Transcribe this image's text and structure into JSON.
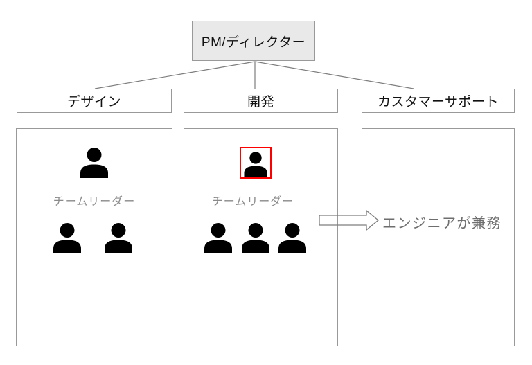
{
  "root": {
    "title": "PM/ディレクター"
  },
  "departments": [
    {
      "id": "design",
      "label": "デザイン",
      "leader_label": "チームリーダー",
      "member_count": 2,
      "leader_highlighted": false
    },
    {
      "id": "dev",
      "label": "開発",
      "leader_label": "チームリーダー",
      "member_count": 3,
      "leader_highlighted": true
    },
    {
      "id": "cs",
      "label": "カスタマーサポート",
      "member_count": 0
    }
  ],
  "annotation": {
    "text": "エンジニアが兼務"
  },
  "icons": {
    "person": "person-icon",
    "arrow": "block-arrow-right-icon"
  },
  "colors": {
    "root_box_fill": "#e9e9e9",
    "box_border": "#999999",
    "connector_line": "#7d7d7d",
    "highlight_red": "#ff0000",
    "person_icon": "#000000",
    "leader_label_text": "#8a8a8a",
    "annotation_text": "#6e6e6e",
    "heading_text": "#111111"
  }
}
